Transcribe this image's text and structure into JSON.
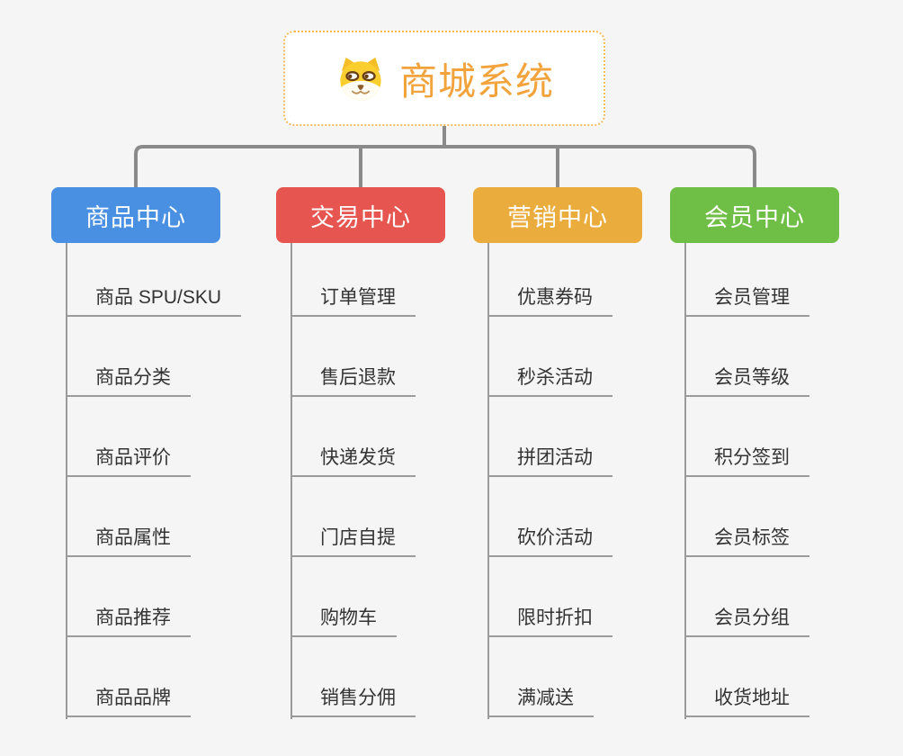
{
  "page": {
    "background_color": "#f5f5f6",
    "connector_color": "#8a8a8a"
  },
  "root": {
    "title": "商城系统",
    "icon": "shiba-dog-icon",
    "text_color": "#f2a33c",
    "border_color": "#f4b95b"
  },
  "branches": [
    {
      "label": "商品中心",
      "color": "#4a90e2",
      "items": [
        "商品 SPU/SKU",
        "商品分类",
        "商品评价",
        "商品属性",
        "商品推荐",
        "商品品牌"
      ]
    },
    {
      "label": "交易中心",
      "color": "#e6554f",
      "items": [
        "订单管理",
        "售后退款",
        "快递发货",
        "门店自提",
        "购物车",
        "销售分佣"
      ]
    },
    {
      "label": "营销中心",
      "color": "#ebac3e",
      "items": [
        "优惠券码",
        "秒杀活动",
        "拼团活动",
        "砍价活动",
        "限时折扣",
        "满减送"
      ]
    },
    {
      "label": "会员中心",
      "color": "#6fbe45",
      "items": [
        "会员管理",
        "会员等级",
        "积分签到",
        "会员标签",
        "会员分组",
        "收货地址"
      ]
    }
  ]
}
